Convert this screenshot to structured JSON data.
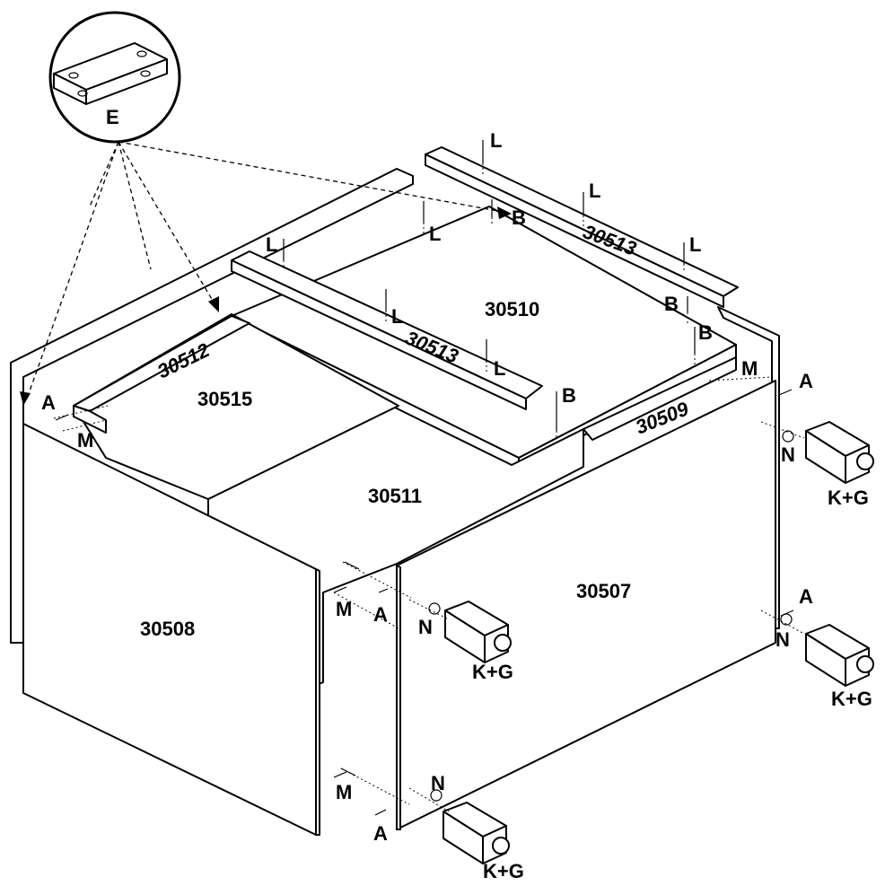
{
  "detail": {
    "label": "E"
  },
  "parts": {
    "p30508": "30508",
    "p30507": "30507",
    "p30511": "30511",
    "p30510": "30510",
    "p30515": "30515",
    "p30512": "30512",
    "p30509": "30509",
    "p30513_top": "30513",
    "p30513_mid": "30513"
  },
  "hardware": {
    "L": "L",
    "B": "B",
    "A": "A",
    "M": "M",
    "N": "N",
    "KG": "K+G"
  }
}
